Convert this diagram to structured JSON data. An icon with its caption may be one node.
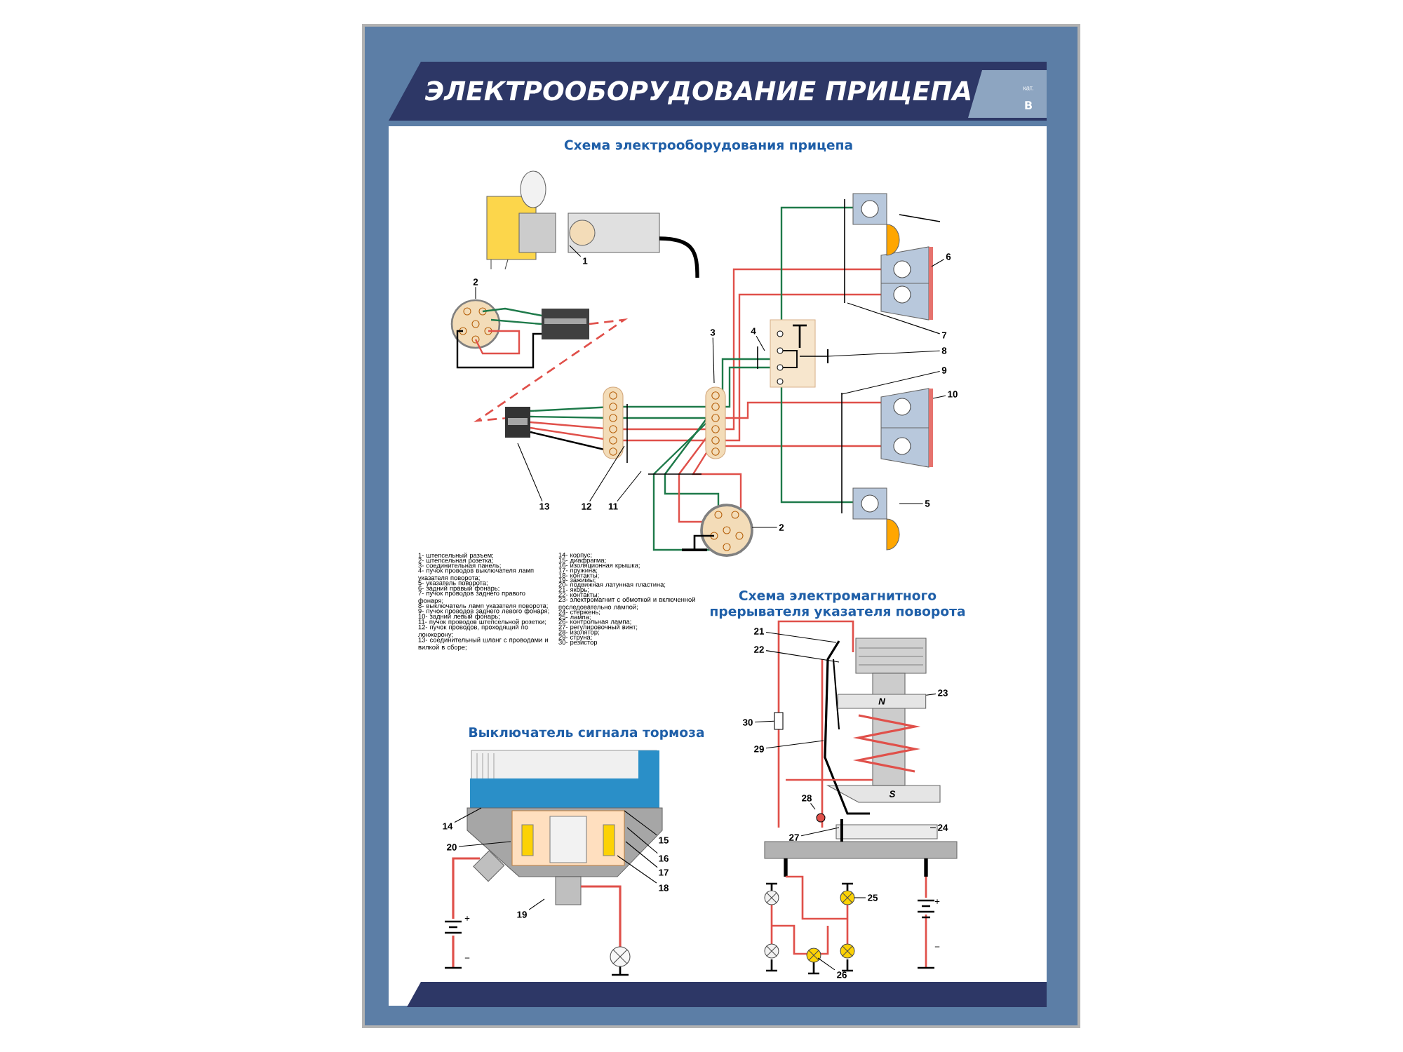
{
  "diagram": {
    "title": "ЭЛЕКТРООБОРУДОВАНИЕ ПРИЦЕПА",
    "nodes": [
      {
        "text": [
          "1"
        ]
      },
      {
        "text": [
          "2"
        ]
      },
      {
        "text": [
          "3"
        ]
      },
      {
        "text": [
          "4"
        ]
      },
      {
        "text": [
          "6"
        ]
      },
      {
        "text": [
          "7"
        ]
      },
      {
        "text": [
          "8"
        ]
      },
      {
        "text": [
          "9"
        ]
      },
      {
        "text": [
          "10"
        ]
      },
      {
        "text": [
          "5"
        ]
      },
      {
        "text": [
          "13"
        ]
      },
      {
        "text": [
          "12"
        ]
      },
      {
        "text": [
          "11"
        ]
      },
      {
        "text": [
          "2"
        ]
      },
      {
        "text": [
          "21"
        ]
      },
      {
        "text": [
          "22"
        ]
      },
      {
        "text": [
          "23"
        ]
      },
      {
        "text": [
          "30"
        ]
      },
      {
        "text": [
          "29"
        ]
      },
      {
        "text": [
          "28"
        ]
      },
      {
        "text": [
          "24"
        ]
      },
      {
        "text": [
          "27"
        ]
      },
      {
        "text": [
          "14"
        ]
      },
      {
        "text": [
          "15"
        ]
      },
      {
        "text": [
          "20"
        ]
      },
      {
        "text": [
          "16"
        ]
      },
      {
        "text": [
          "17"
        ]
      },
      {
        "text": [
          "18"
        ]
      },
      {
        "text": [
          "19"
        ]
      },
      {
        "text": [
          "25"
        ]
      },
      {
        "text": [
          "26"
        ]
      },
      {
        "text": [
          "N"
        ]
      },
      {
        "text": [],
        "shape": "box"
      }
    ],
    "edges": [
      {
        "from": 0,
        "to": null,
        "arrow": "none"
      },
      {
        "from": 1,
        "to": null,
        "arrow": "none"
      },
      {
        "from": 2,
        "to": null,
        "arrow": "none"
      },
      {
        "from": 3,
        "to": null,
        "arrow": "none"
      },
      {
        "from": 4,
        "to": null,
        "arrow": "none"
      },
      {
        "from": 5,
        "to": null,
        "arrow": "none"
      },
      {
        "from": 6,
        "to": null,
        "arrow": "none"
      },
      {
        "from": 7,
        "to": null,
        "arrow": "none"
      },
      {
        "from": 8,
        "to": null,
        "arrow": "none"
      },
      {
        "from": 9,
        "to": null,
        "arrow": "none"
      },
      {
        "from": 10,
        "to": null,
        "arrow": "none"
      },
      {
        "from": 11,
        "to": null,
        "arrow": "none"
      },
      {
        "from": 12,
        "to": null,
        "arrow": "none"
      },
      {
        "from": 13,
        "to": null,
        "arrow": "none"
      },
      {
        "from": 14,
        "to": null,
        "arrow": "none"
      },
      {
        "from": 15,
        "to": null,
        "arrow": "none"
      },
      {
        "from": 16,
        "to": 31,
        "arrow": "none"
      },
      {
        "from": 17,
        "to": 32,
        "arrow": "none"
      },
      {
        "from": 18,
        "to": null,
        "arrow": "none"
      },
      {
        "from": 19,
        "to": null,
        "arrow": "none"
      },
      {
        "from": 20,
        "to": null,
        "arrow": "none"
      },
      {
        "from": 21,
        "to": null,
        "arrow": "none"
      },
      {
        "from": 22,
        "to": null,
        "arrow": "none"
      },
      {
        "from": 23,
        "to": null,
        "arrow": "none"
      },
      {
        "from": 24,
        "to": null,
        "arrow": "none"
      },
      {
        "from": 25,
        "to": null,
        "arrow": "none"
      },
      {
        "from": 26,
        "to": null,
        "arrow": "none"
      },
      {
        "from": 27,
        "to": null,
        "arrow": "none"
      },
      {
        "from": 28,
        "to": null,
        "arrow": "none"
      },
      {
        "from": 29,
        "to": null,
        "arrow": "none"
      },
      {
        "from": 30,
        "to": null,
        "arrow": "none"
      }
    ],
    "labels": [
      "кат.",
      "В",
      "Схема электрооборудования прицепа",
      "1- штепсельный разъем;",
      "2- штепсельная розетка;",
      "3- соединительная панель;",
      "4- пучок проводов выключателя ламп указателя поворота;",
      "5- указатель поворота;",
      "6- задний правый фонарь;",
      "7- пучок проводов заднего правого фонаря;",
      "8- выключатель ламп указателя поворота;",
      "9- пучок проводов заднего левого фонаря;",
      "10- задний левый фонарь;",
      "11- пучок проводов штепсельной розетки;",
      "12- пучок проводов, проходящий по лонжерону;",
      "13- соединительный шланг с проводами и вилкой в сборе;",
      "14- корпус;",
      "15- диафрагма;",
      "16- изоляционная крышка;",
      "17- пружина;",
      "18- контакты;",
      "19- зажимы;",
      "20- подвижная латунная пластина;",
      "21- якорь;",
      "22- контакты;",
      "23- электромагнит с обмоткой и включенной последовательно лампой;",
      "24- стержень;",
      "25- лампа;",
      "26- контрольная лампа;",
      "27- регулировочный винт;",
      "28- изолятор;",
      "29- струна;",
      "30- резистор",
      "Схема электромагнитного прерывателя указателя поворота",
      "Выключатель сигнала тормоза",
      "S",
      "+",
      "−",
      "+",
      "−"
    ]
  }
}
